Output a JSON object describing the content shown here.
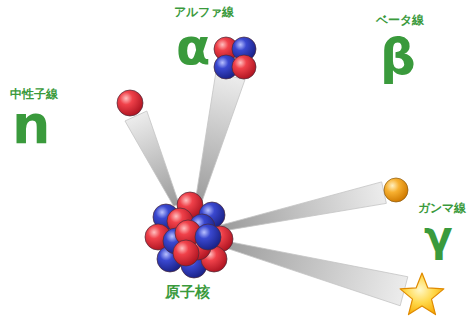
{
  "diagram": {
    "nodes": [
      {
        "text": [
          "中性子線",
          "n"
        ]
      },
      {
        "text": [
          "アルファ線",
          "α"
        ]
      },
      {
        "text": [
          "ベータ線",
          "β"
        ]
      },
      {
        "text": [
          "ガンマ線",
          "γ"
        ]
      },
      {
        "text": [
          "原子核"
        ]
      }
    ],
    "edges": [
      {
        "from": 4,
        "to": 0,
        "arrow": "none"
      },
      {
        "from": 4,
        "to": 1,
        "arrow": "none"
      },
      {
        "from": 4,
        "to": 2,
        "arrow": "none"
      },
      {
        "from": 4,
        "to": 3,
        "arrow": "none"
      }
    ]
  }
}
